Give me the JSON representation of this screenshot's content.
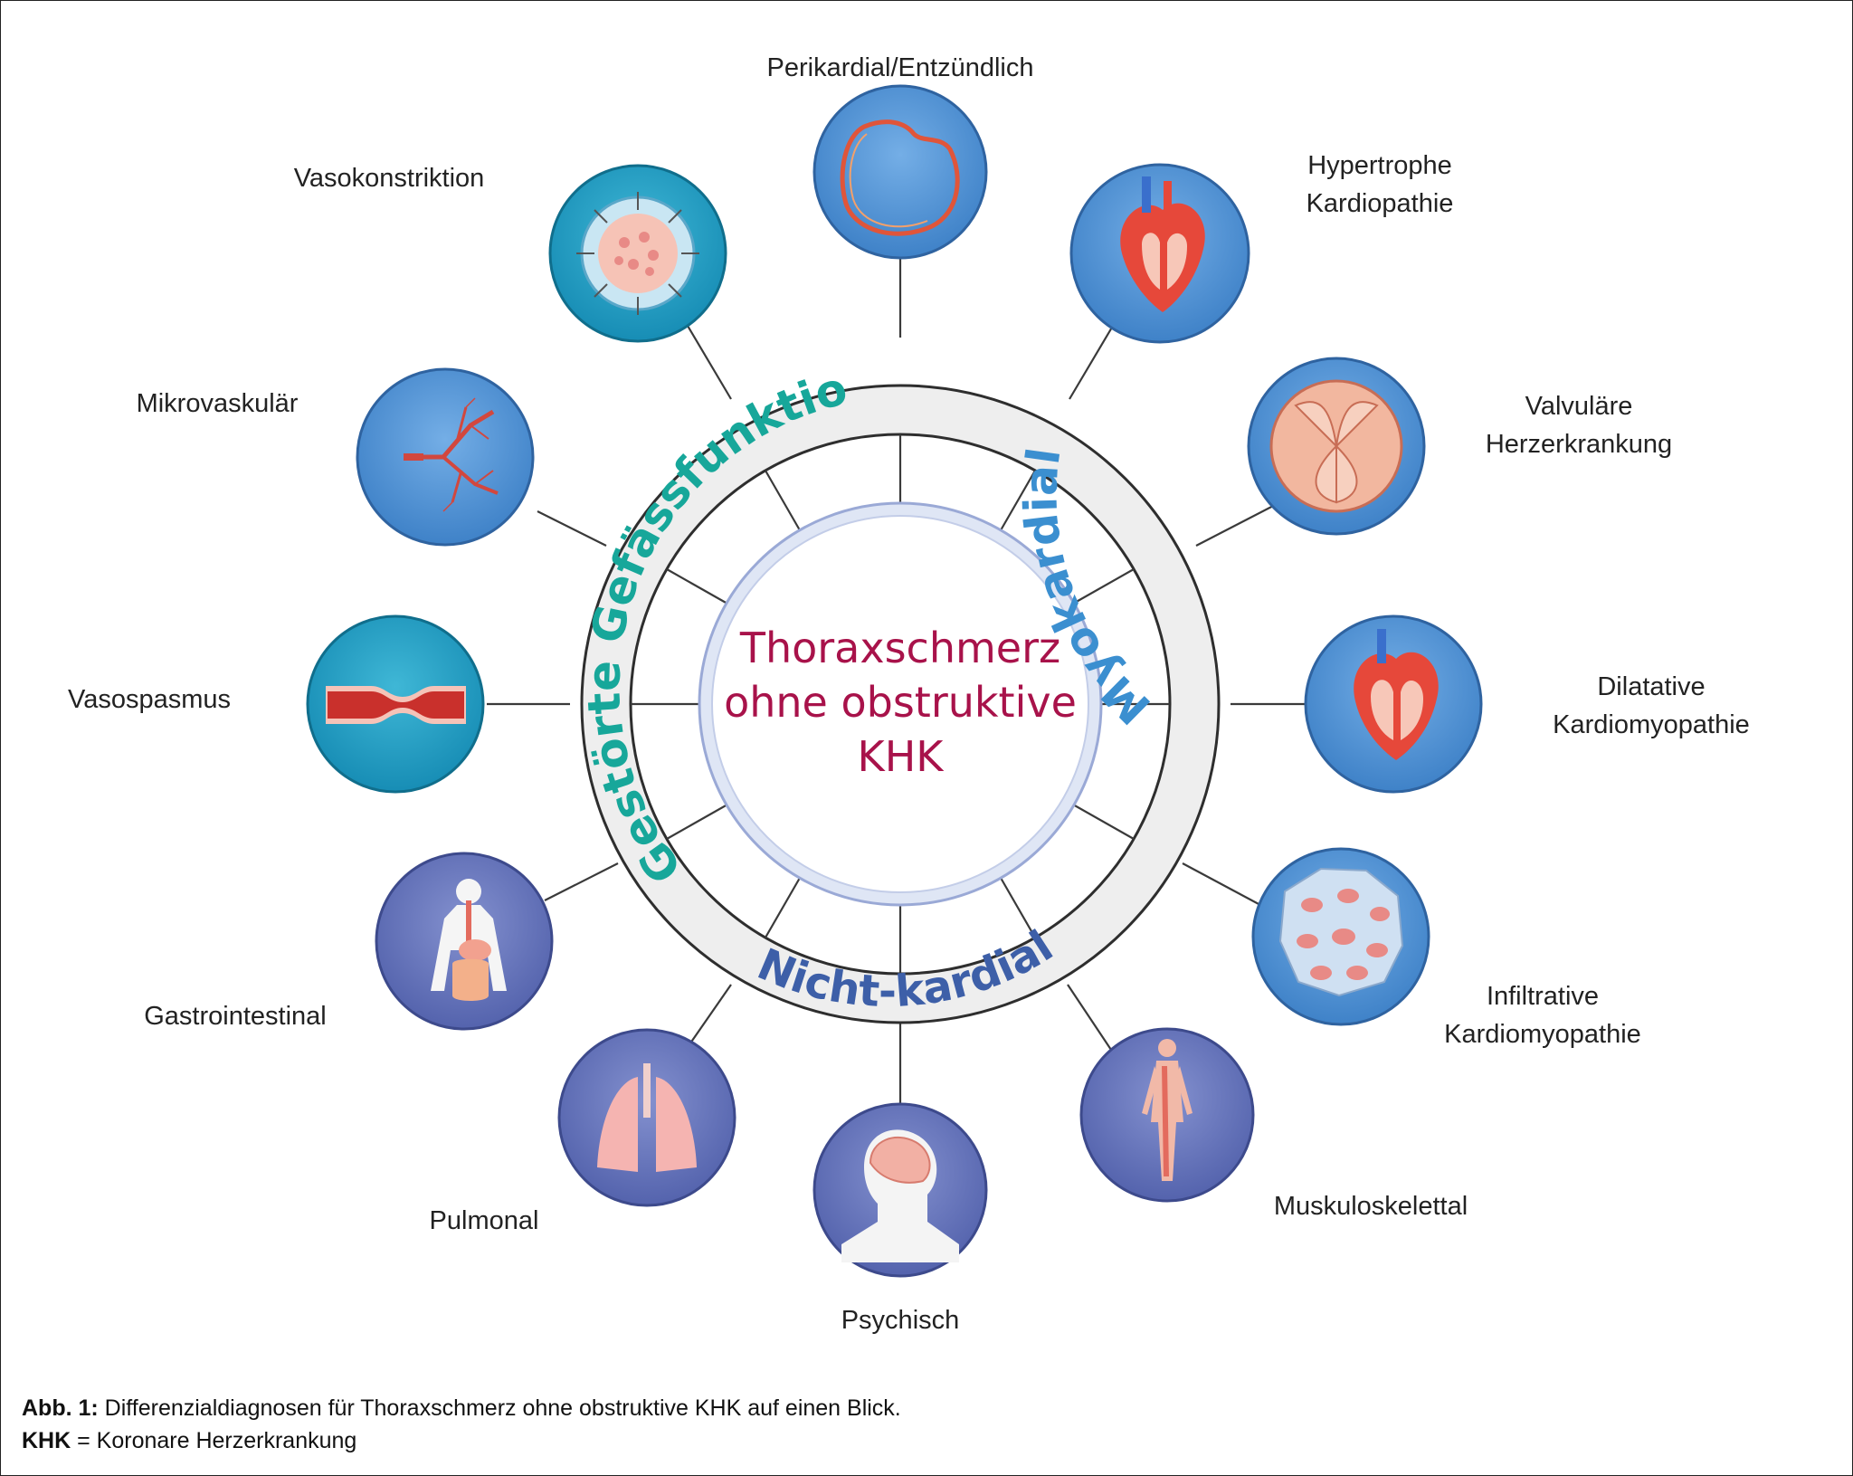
{
  "center": {
    "line1": "Thoraxschmerz",
    "line2": "ohne obstruktive",
    "line3": "KHK"
  },
  "ring_labels": {
    "vascular": "Gestörte Gefässfunktion",
    "myocardial": "Myokardial",
    "noncardiac": "Nicht-kardial"
  },
  "nodes": {
    "perikardial": "Perikardial/Entzündlich",
    "hypertrophe_1": "Hypertrophe",
    "hypertrophe_2": "Kardiopathie",
    "valvulaere_1": "Valvuläre",
    "valvulaere_2": "Herzerkrankung",
    "dilatative_1": "Dilatative",
    "dilatative_2": "Kardiomyopathie",
    "infiltrative_1": "Infiltrative",
    "infiltrative_2": "Kardiomyopathie",
    "muskuloskelettal": "Muskuloskelettal",
    "psychisch": "Psychisch",
    "pulmonal": "Pulmonal",
    "gastrointestinal": "Gastrointestinal",
    "vasospasmus": "Vasospasmus",
    "mikrovaskulaer": "Mikrovaskulär",
    "vasokonstriktion": "Vasokonstriktion"
  },
  "caption": {
    "abb_label": "Abb. 1:",
    "abb_text": " Differenzialdiagnosen für Thoraxschmerz ohne obstruktive KHK auf einen Blick.",
    "khk_label": "KHK",
    "khk_text": " = Koronare Herzerkrankung"
  },
  "colors": {
    "teal": "#17a79a",
    "myocardial_blue": "#3b8fd0",
    "noncardiac_blue": "#3d5fa8",
    "center_text": "#a8124a",
    "circle_blue": "#4a8fd4",
    "circle_teal": "#1e9fc4",
    "circle_indigo": "#5d6db5"
  }
}
